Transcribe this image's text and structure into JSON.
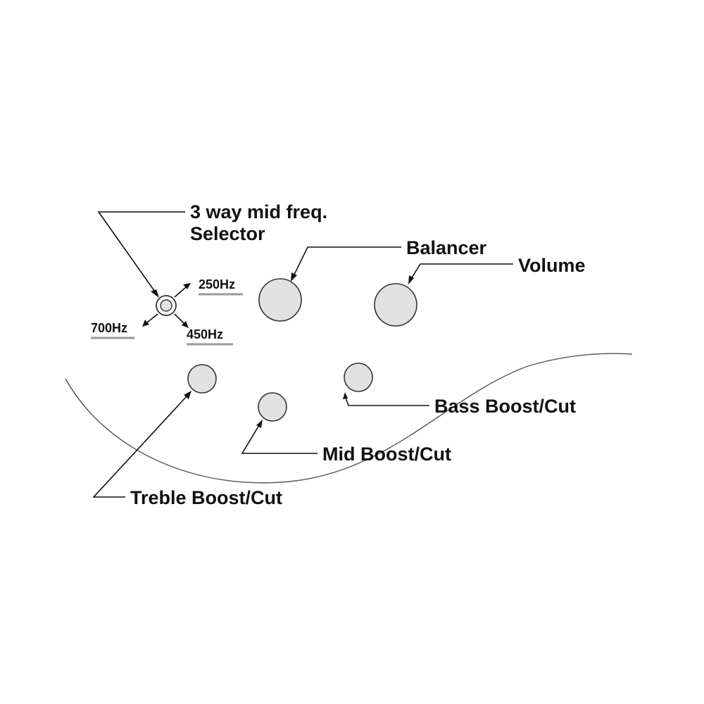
{
  "labels": {
    "selector_line1": "3 way mid freq.",
    "selector_line2": "Selector",
    "balancer": "Balancer",
    "volume": "Volume",
    "bass": "Bass Boost/Cut",
    "mid": "Mid Boost/Cut",
    "treble": "Treble Boost/Cut"
  },
  "frequencies": {
    "f250": "250Hz",
    "f450": "450Hz",
    "f700": "700Hz"
  },
  "colors": {
    "knob_fill": "#e2e2e2",
    "line": "#111111",
    "underline": "#999999",
    "background": "#ffffff"
  }
}
